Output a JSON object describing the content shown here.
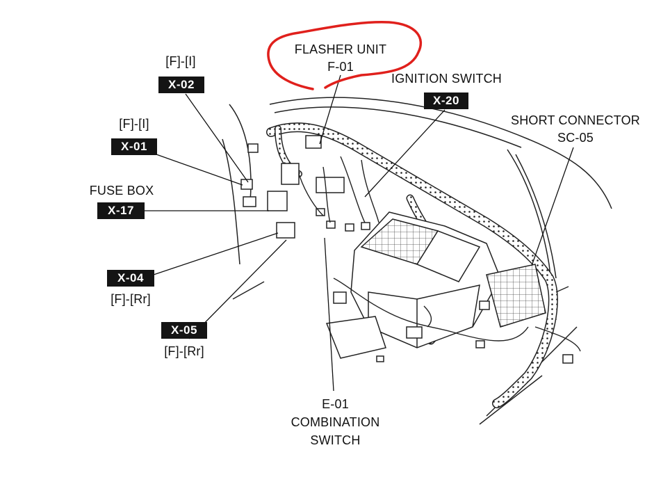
{
  "labels": {
    "flasher_unit": "FLASHER UNIT",
    "flasher_code": "F-01",
    "ignition_switch": "IGNITION SWITCH",
    "ignition_tag": "X-20",
    "short_connector": "SHORT CONNECTOR",
    "short_connector_code": "SC-05",
    "x02_location": "[F]-[I]",
    "x02_tag": "X-02",
    "x01_location": "[F]-[I]",
    "x01_tag": "X-01",
    "fuse_box": "FUSE BOX",
    "fuse_tag": "X-17",
    "x04_tag": "X-04",
    "x04_location": "[F]-[Rr]",
    "x05_tag": "X-05",
    "x05_location": "[F]-[Rr]",
    "combination_code": "E-01",
    "combination_line1": "COMBINATION",
    "combination_line2": "SWITCH"
  },
  "colors": {
    "highlight": "#e0201c",
    "ink": "#141414",
    "tag_background": "#141414",
    "tag_text": "#ffffff"
  }
}
